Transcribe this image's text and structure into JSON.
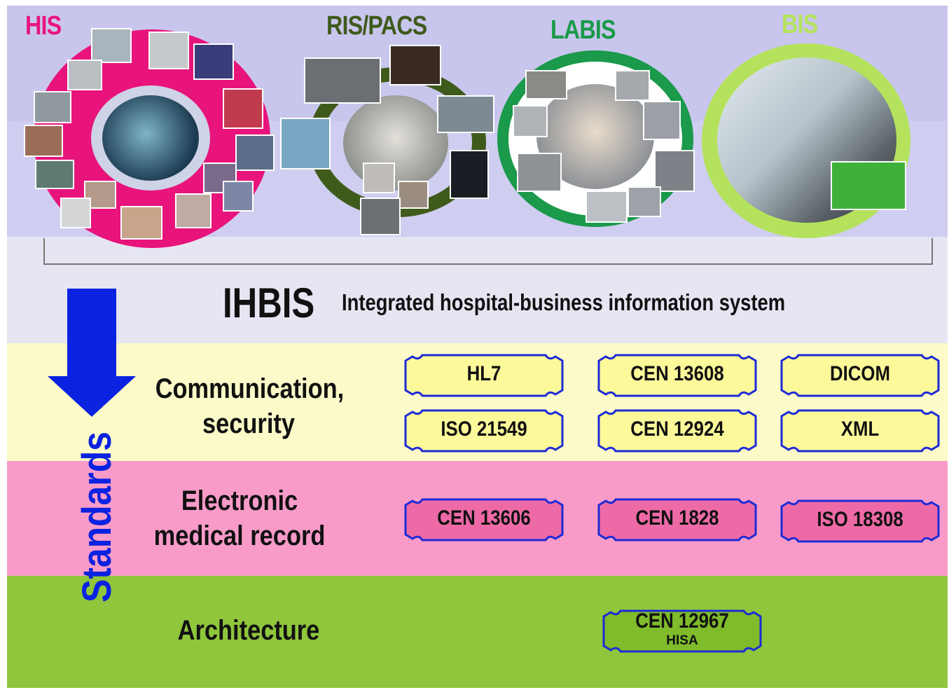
{
  "systems": [
    {
      "key": "his",
      "label": "HIS",
      "color": "#e8147c"
    },
    {
      "key": "rispacs",
      "label": "RIS/PACS",
      "color": "#3f5b1c"
    },
    {
      "key": "labis",
      "label": "LABIS",
      "color": "#1a9a4a"
    },
    {
      "key": "bis",
      "label": "BIS",
      "color": "#b4e25c"
    }
  ],
  "ihbis": {
    "acronym": "IHBIS",
    "full_name": "Integrated hospital-business information system"
  },
  "standards_label": "Standards",
  "rows": [
    {
      "key": "comm",
      "label_line1": "Communication,",
      "label_line2": "security",
      "standards": [
        "HL7",
        "CEN 13608",
        "DICOM",
        "ISO 21549",
        "CEN 12924",
        "XML"
      ]
    },
    {
      "key": "emr",
      "label_line1": "Electronic",
      "label_line2": "medical record",
      "standards": [
        "CEN 13606",
        "CEN 1828",
        "ISO 18308"
      ]
    },
    {
      "key": "arch",
      "label_line1": "Architecture",
      "standards": [
        {
          "name": "CEN 12967",
          "sub": "HISA"
        }
      ]
    }
  ],
  "colors": {
    "arrow": "#0b22e0",
    "badge_border": "#1d2bd6",
    "badge_comm": "#fbf99a",
    "badge_emr": "#ee6aa7",
    "badge_arch": "#7fbb2a"
  }
}
